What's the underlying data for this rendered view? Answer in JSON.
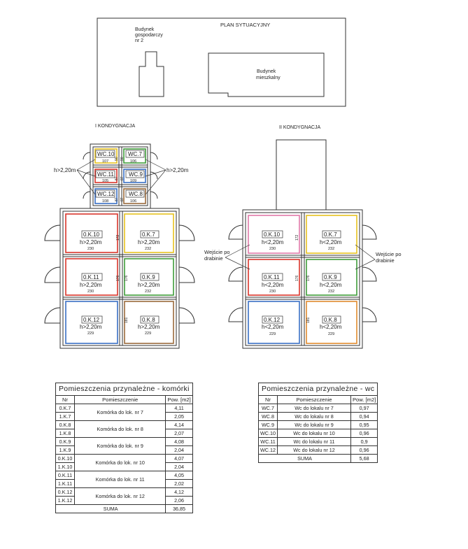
{
  "site_plan": {
    "title": "PLAN SYTUACYJNY",
    "outbuilding_label": [
      "Budynek",
      "gospodarczy",
      "nr 2"
    ],
    "residential_label": [
      "Budynek",
      "mieszkalny"
    ]
  },
  "floor1": {
    "title": "I KONDYGNACJA",
    "height_left": "h>2,20m",
    "height_right": "h>2,20m",
    "wc": [
      {
        "name": "WC.10",
        "area": "107",
        "depth": "90"
      },
      {
        "name": "WC.7",
        "area": "106",
        "depth": "90"
      },
      {
        "name": "WC.11",
        "area": "105",
        "depth": "87"
      },
      {
        "name": "WC.9",
        "area": "109",
        "depth": "87"
      },
      {
        "name": "WC.12",
        "area": "108",
        "depth": "87"
      },
      {
        "name": "WC.8",
        "area": "106",
        "depth": "87"
      }
    ],
    "rooms": [
      {
        "name": "0.K.10",
        "h": "h>2,20m",
        "w": "230",
        "d": "172"
      },
      {
        "name": "0.K.7",
        "h": "h>2,20m",
        "w": "232",
        "d": "172"
      },
      {
        "name": "0.K.11",
        "h": "h>2,20m",
        "w": "230",
        "d": "176"
      },
      {
        "name": "0.K.9",
        "h": "h>2,20m",
        "w": "232",
        "d": "176"
      },
      {
        "name": "0.K.12",
        "h": "h>2,20m",
        "w": "229",
        "d": "181"
      },
      {
        "name": "0.K.8",
        "h": "h>2,20m",
        "w": "229",
        "d": "181"
      }
    ]
  },
  "floor2": {
    "title": "II KONDYGNACJA",
    "entrance_left": [
      "Wejście po",
      "drabinie"
    ],
    "entrance_right": [
      "Wejście po",
      "drabinie"
    ],
    "rooms": [
      {
        "name": "0.K.10",
        "h": "h<2,20m",
        "w": "230",
        "d": "172"
      },
      {
        "name": "0.K.7",
        "h": "h<2,20m",
        "w": "232",
        "d": "172"
      },
      {
        "name": "0.K.11",
        "h": "h<2,20m",
        "w": "230",
        "d": "176"
      },
      {
        "name": "0.K.9",
        "h": "h<2,20m",
        "w": "232",
        "d": "176"
      },
      {
        "name": "0.K.12",
        "h": "h<2,20m",
        "w": "229",
        "d": "181"
      },
      {
        "name": "0.K.8",
        "h": "h<2,20m",
        "w": "229",
        "d": "181"
      }
    ]
  },
  "table_komorki": {
    "title": "Pomieszczenia przynależne - komórki",
    "headers": [
      "Nr",
      "Pomieszczenie",
      "Pow. [m2]"
    ],
    "groups": [
      {
        "desc": "Komórka do lok. nr 7",
        "rows": [
          {
            "nr": "0.K.7",
            "pow": "4,11"
          },
          {
            "nr": "1.K.7",
            "pow": "2,05"
          }
        ]
      },
      {
        "desc": "Komórka do lok. nr 8",
        "rows": [
          {
            "nr": "0.K.8",
            "pow": "4,14"
          },
          {
            "nr": "1.K.8",
            "pow": "2,07"
          }
        ]
      },
      {
        "desc": "Komórka do lok. nr 9",
        "rows": [
          {
            "nr": "0.K.9",
            "pow": "4,08"
          },
          {
            "nr": "1.K.9",
            "pow": "2,04"
          }
        ]
      },
      {
        "desc": "Komórka do lok. nr 10",
        "rows": [
          {
            "nr": "0.K.10",
            "pow": "4,07"
          },
          {
            "nr": "1.K.10",
            "pow": "2,04"
          }
        ]
      },
      {
        "desc": "Komórka do lok. nr 11",
        "rows": [
          {
            "nr": "0.K.11",
            "pow": "4,05"
          },
          {
            "nr": "1.K.11",
            "pow": "2,02"
          }
        ]
      },
      {
        "desc": "Komórka do lok. nr 12",
        "rows": [
          {
            "nr": "0.K.12",
            "pow": "4,12"
          },
          {
            "nr": "1.K.12",
            "pow": "2,06"
          }
        ]
      }
    ],
    "sum_label": "SUMA",
    "sum_value": "36,85"
  },
  "table_wc": {
    "title": "Pomieszczenia przynależne - wc",
    "headers": [
      "Nr",
      "Pomieszczenie",
      "Pow. [m2]"
    ],
    "rows": [
      {
        "nr": "WC.7",
        "desc": "Wc do lokalu nr 7",
        "pow": "0,97"
      },
      {
        "nr": "WC.8",
        "desc": "Wc do lokalu nr 8",
        "pow": "0,94"
      },
      {
        "nr": "WC.9",
        "desc": "Wc do lokalu nr 9",
        "pow": "0,95"
      },
      {
        "nr": "WC.10",
        "desc": "Wc do lokalu nr 10",
        "pow": "0,96"
      },
      {
        "nr": "WC.11",
        "desc": "Wc do lokalu nr 11",
        "pow": "0,9"
      },
      {
        "nr": "WC.12",
        "desc": "Wc do lokalu nr 12",
        "pow": "0,96"
      }
    ],
    "sum_label": "SUMA",
    "sum_value": "5,68"
  },
  "colors": {
    "line": "#333333",
    "red": "#d9352b",
    "green": "#3f9c3a",
    "blue": "#3a6fc4",
    "yellow": "#e6c21f",
    "brown": "#9a6b3c",
    "orange": "#e08a2e",
    "pink": "#e07aa8"
  }
}
